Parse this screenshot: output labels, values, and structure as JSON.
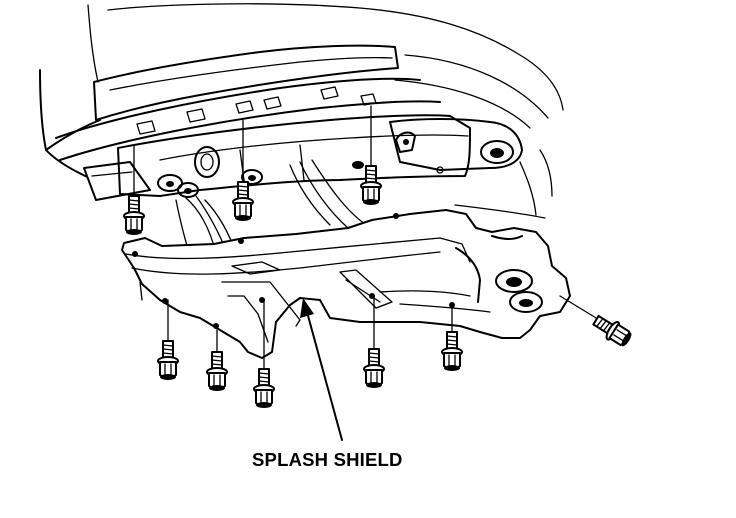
{
  "diagram": {
    "callout": {
      "label": "SPLASH SHIELD"
    },
    "colors": {
      "ink": "#000000",
      "paper": "#ffffff"
    },
    "parts": {
      "body_structure": "vehicle-underbody",
      "shield": "splash-shield-panel",
      "fasteners": "flange-bolt-icon"
    }
  }
}
